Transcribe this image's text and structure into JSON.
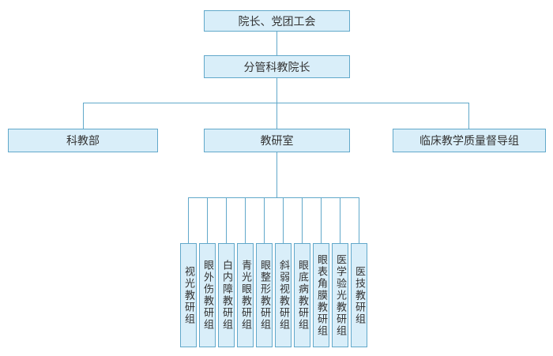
{
  "org": {
    "root": "院长、党团工会",
    "vice_dean": "分管科教院长",
    "departments": [
      "科教部",
      "教研室",
      "临床教学质量督导组"
    ],
    "groups": [
      "视光教研组",
      "眼外伤教研组",
      "白内障教研组",
      "青光眼教研组",
      "眼整形教研组",
      "斜弱视教研组",
      "眼底病教研组",
      "眼表角膜教研组",
      "医学验光教研组",
      "医技教研组"
    ]
  },
  "colors": {
    "box_fill": "#d9eef9",
    "box_border": "#61a8ca",
    "connector": "#61a8ca"
  }
}
